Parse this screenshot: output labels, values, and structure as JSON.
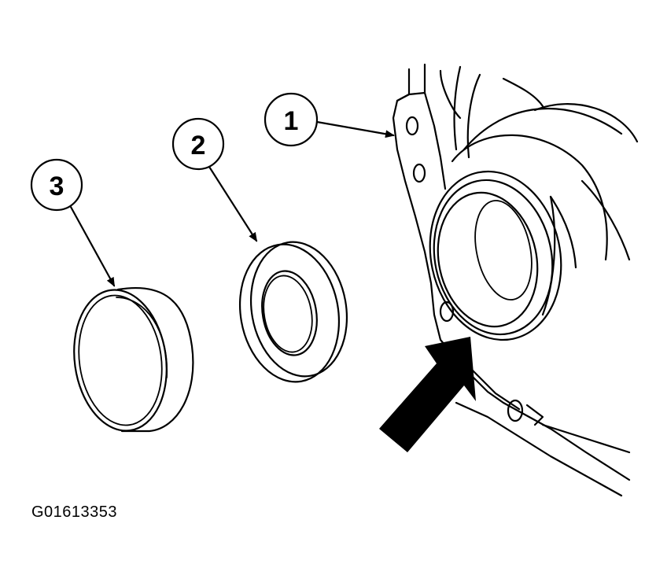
{
  "callouts": [
    {
      "id": "callout-1",
      "label": "1"
    },
    {
      "id": "callout-2",
      "label": "2"
    },
    {
      "id": "callout-3",
      "label": "3"
    }
  ],
  "figure_id": "G01613353",
  "colors": {
    "ink": "#000000",
    "paper": "#ffffff"
  }
}
